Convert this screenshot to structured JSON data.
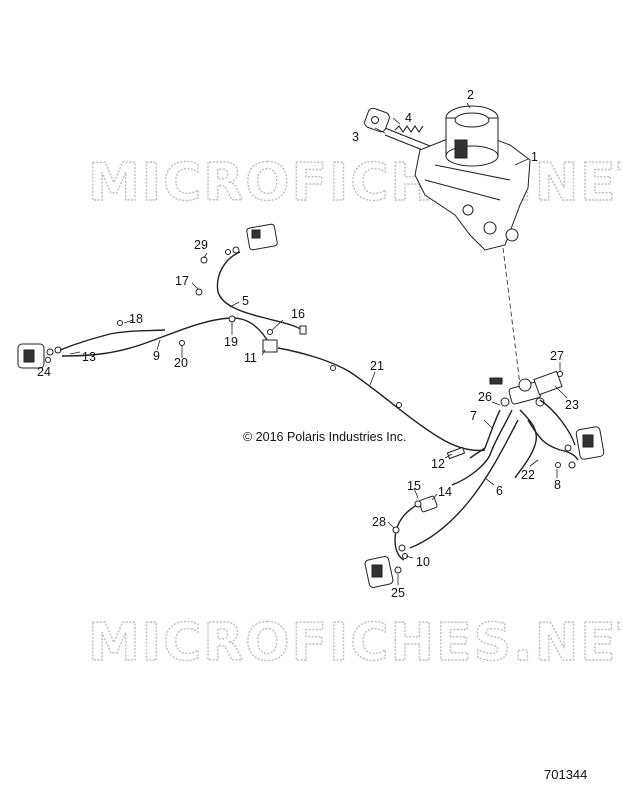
{
  "watermark": "MICROFICHES.NET",
  "copyright": "© 2016 Polaris Industries Inc.",
  "drawing_number": "701344",
  "callouts": {
    "c1": "1",
    "c2": "2",
    "c3": "3",
    "c4": "4",
    "c5": "5",
    "c6": "6",
    "c7": "7",
    "c8": "8",
    "c9": "9",
    "c10": "10",
    "c11": "11",
    "c12": "12",
    "c13": "13",
    "c14": "14",
    "c15": "15",
    "c16": "16",
    "c17": "17",
    "c18": "18",
    "c19": "19",
    "c20": "20",
    "c21": "21",
    "c22": "22",
    "c23": "23",
    "c24": "24",
    "c25": "25",
    "c26": "26",
    "c27": "27",
    "c28": "28",
    "c29": "29"
  }
}
